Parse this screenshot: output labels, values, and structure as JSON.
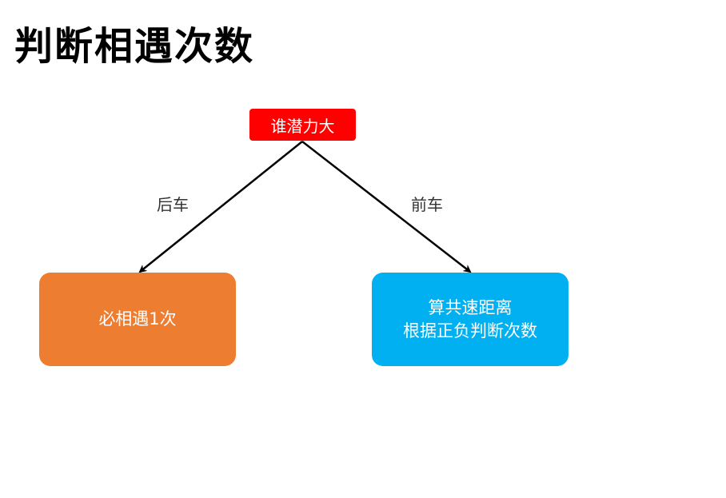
{
  "title": "判断相遇次数",
  "root": {
    "label": "谁潜力大",
    "color": "#ff0000"
  },
  "edges": {
    "left_label": "后车",
    "right_label": "前车"
  },
  "leaves": {
    "left": {
      "line1": "必相遇1次",
      "color": "#ed7d31"
    },
    "right": {
      "line1": "算共速距离",
      "line2": "根据正负判断次数",
      "color": "#00b0f0"
    }
  }
}
